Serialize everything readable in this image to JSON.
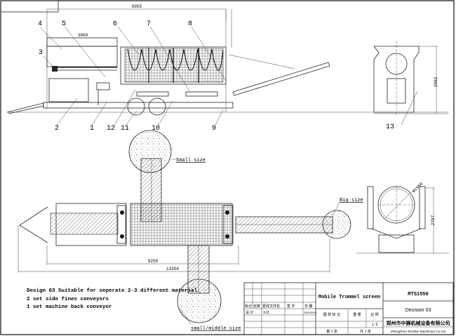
{
  "drawing": {
    "dimensions": {
      "overall_length_top": "8955",
      "hopper_length": "3000",
      "side_height": "2962",
      "plan_inner_length": "8250",
      "plan_overall_length": "13354",
      "end_height": "2797",
      "drum_diameter": "Φ1550"
    },
    "part_numbers": [
      "1",
      "2",
      "3",
      "4",
      "5",
      "6",
      "7",
      "8",
      "9",
      "10",
      "11",
      "12",
      "13"
    ],
    "material_labels": {
      "small": "Small size",
      "big": "Big size",
      "middle": "small/middle size"
    },
    "notes": [
      "Design 03 Suitable for seperate 2-3 different material.",
      "2 set side fines conveyors",
      "1 set machine back conveyor"
    ]
  },
  "title_block": {
    "product_name": "Mobile Trommel screen",
    "model": "MTS1550",
    "decision": "Decision 03",
    "company_cn": "郑州市中狮机械设备有限公司",
    "company_en": "Zhengzhou Sinollon Machinery Co.Ltd",
    "header_cells": [
      "标记",
      "处数",
      "更改文件名",
      "签 字",
      "日 期"
    ],
    "designer_label": "设 计",
    "designer": "XJZ",
    "design_date": "2018.05.06",
    "drawing_mark_label": "图 样 标 记",
    "weight_label": "重 量",
    "scale_label": "比 例",
    "scale": "1:5",
    "sheet_label": "第 1 张",
    "total_label": "共 1 张"
  }
}
